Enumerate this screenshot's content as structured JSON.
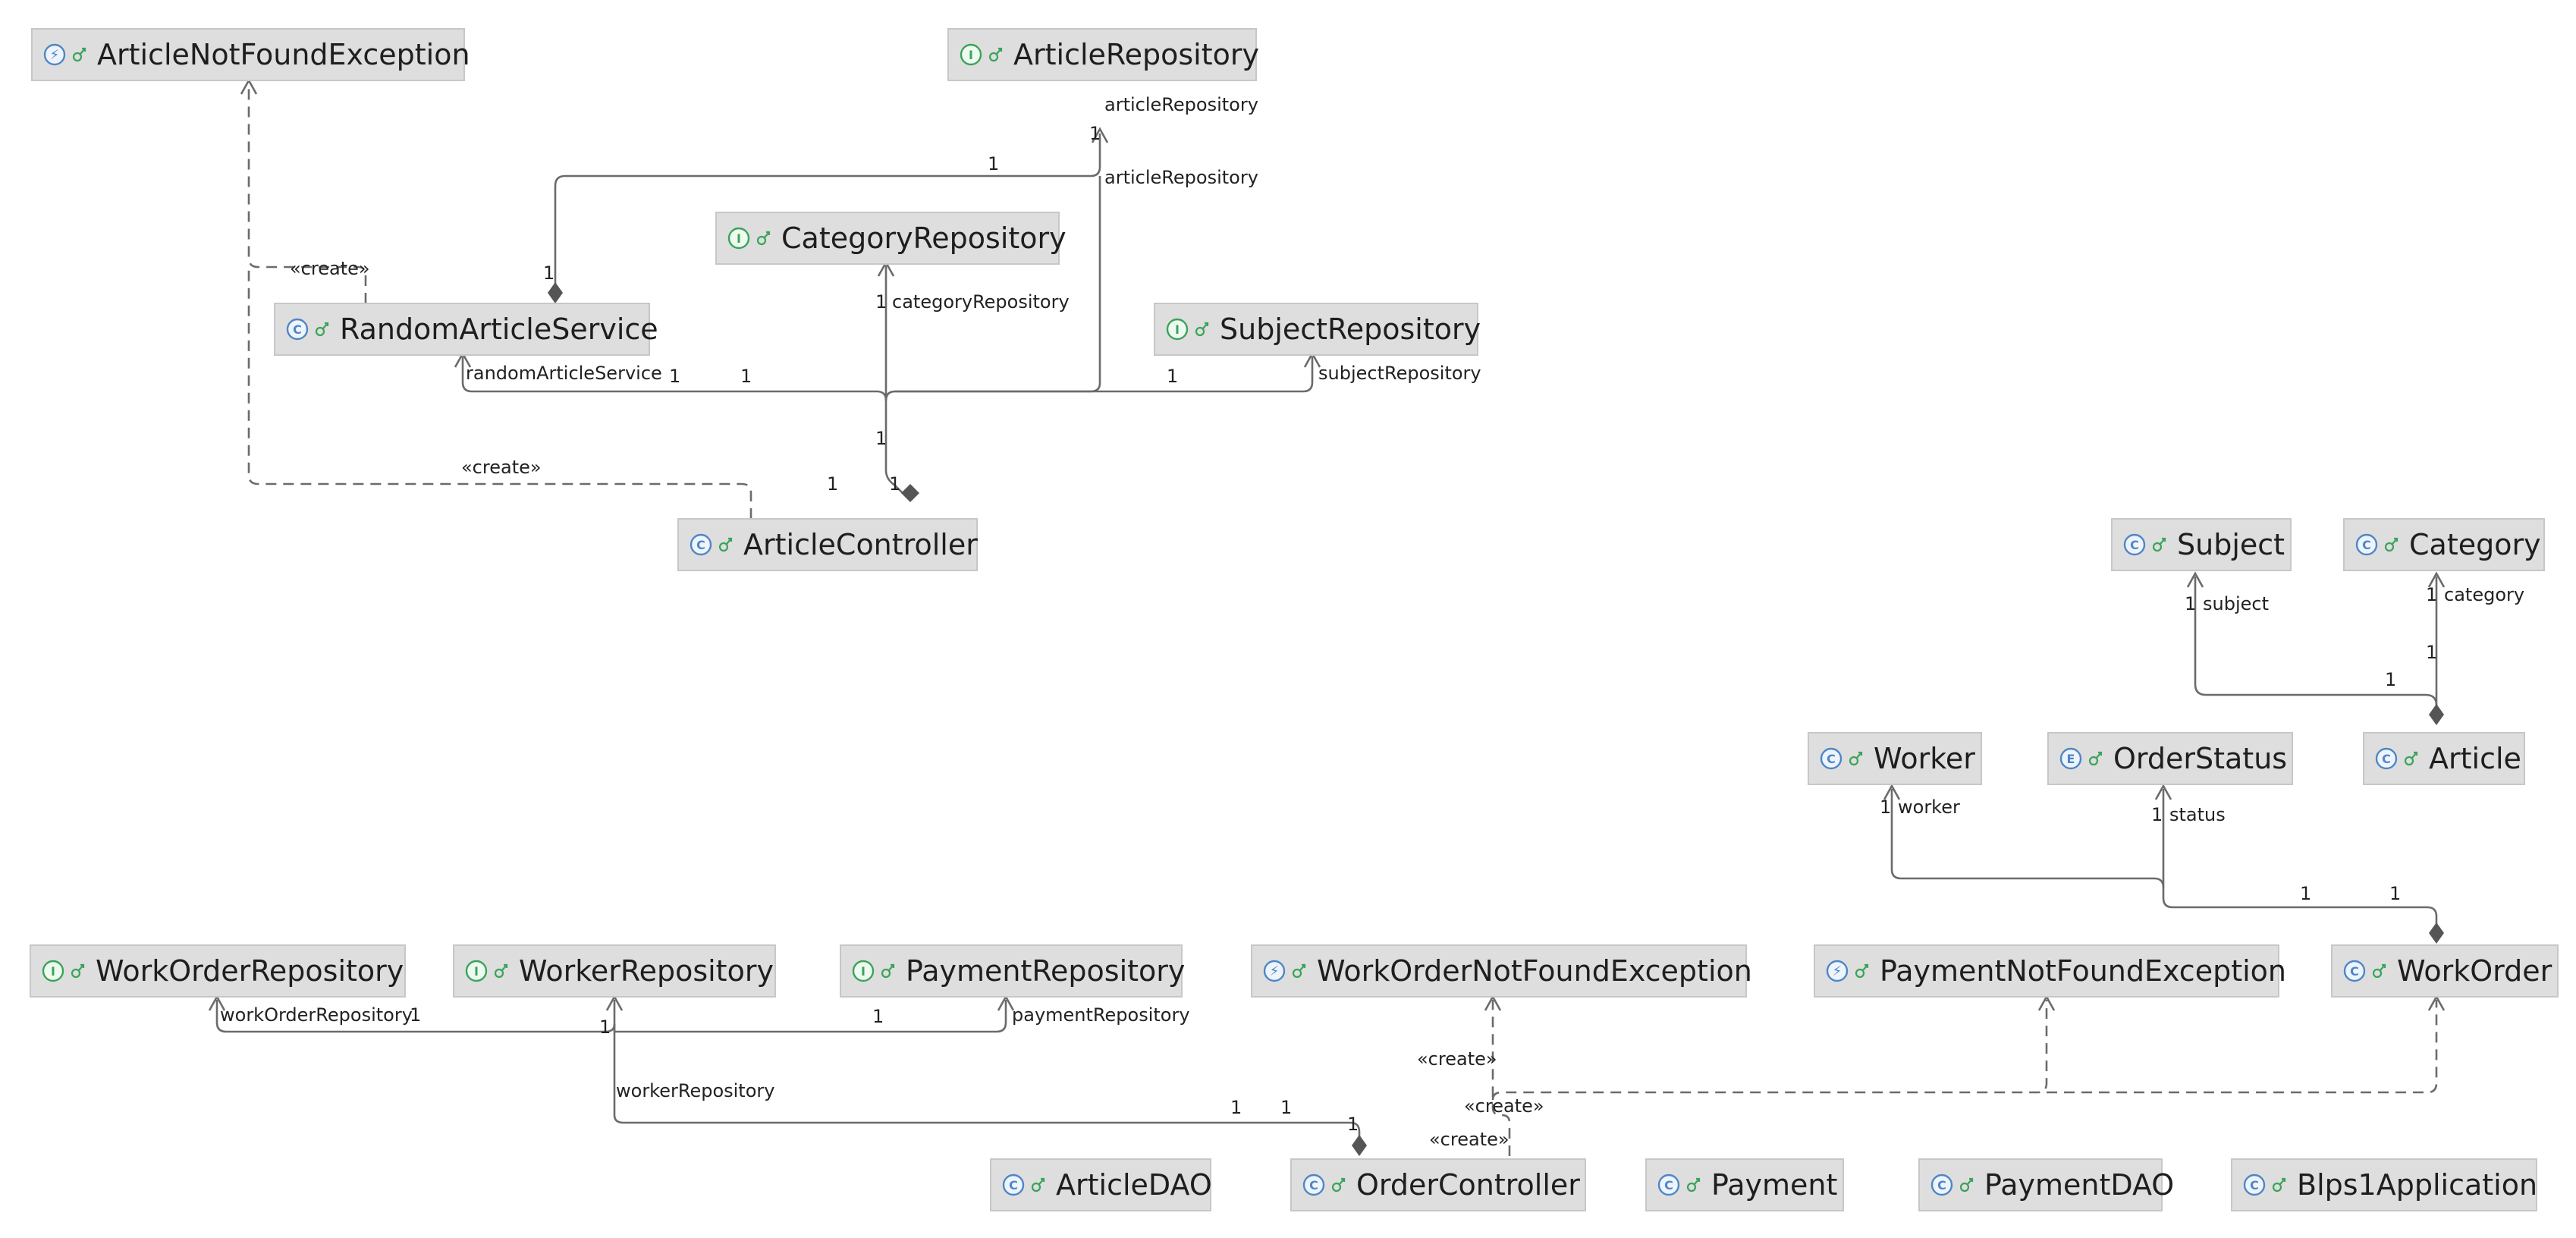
{
  "nodes": [
    {
      "id": "ArticleNotFoundException",
      "label": "ArticleNotFoundException",
      "kind": "exception"
    },
    {
      "id": "ArticleRepository",
      "label": "ArticleRepository",
      "kind": "interface"
    },
    {
      "id": "CategoryRepository",
      "label": "CategoryRepository",
      "kind": "interface"
    },
    {
      "id": "RandomArticleService",
      "label": "RandomArticleService",
      "kind": "class"
    },
    {
      "id": "SubjectRepository",
      "label": "SubjectRepository",
      "kind": "interface"
    },
    {
      "id": "ArticleController",
      "label": "ArticleController",
      "kind": "class"
    },
    {
      "id": "Subject",
      "label": "Subject",
      "kind": "class"
    },
    {
      "id": "Category",
      "label": "Category",
      "kind": "class"
    },
    {
      "id": "Worker",
      "label": "Worker",
      "kind": "class"
    },
    {
      "id": "OrderStatus",
      "label": "OrderStatus",
      "kind": "enum"
    },
    {
      "id": "Article",
      "label": "Article",
      "kind": "class"
    },
    {
      "id": "WorkOrderRepository",
      "label": "WorkOrderRepository",
      "kind": "interface"
    },
    {
      "id": "WorkerRepository",
      "label": "WorkerRepository",
      "kind": "interface"
    },
    {
      "id": "PaymentRepository",
      "label": "PaymentRepository",
      "kind": "interface"
    },
    {
      "id": "WorkOrderNotFoundException",
      "label": "WorkOrderNotFoundException",
      "kind": "exception"
    },
    {
      "id": "PaymentNotFoundException",
      "label": "PaymentNotFoundException",
      "kind": "exception"
    },
    {
      "id": "WorkOrder",
      "label": "WorkOrder",
      "kind": "class"
    },
    {
      "id": "ArticleDAO",
      "label": "ArticleDAO",
      "kind": "class"
    },
    {
      "id": "OrderController",
      "label": "OrderController",
      "kind": "class"
    },
    {
      "id": "Payment",
      "label": "Payment",
      "kind": "class"
    },
    {
      "id": "PaymentDAO",
      "label": "PaymentDAO",
      "kind": "class"
    },
    {
      "id": "Blps1Application",
      "label": "Blps1Application",
      "kind": "application"
    }
  ],
  "kind_letters": {
    "class": "C",
    "interface": "I",
    "enum": "E",
    "exception": "⚡",
    "application": "C"
  },
  "edge_labels": {
    "articleRepository": "articleRepository",
    "categoryRepository": "categoryRepository",
    "subjectRepository": "subjectRepository",
    "randomArticleService": "randomArticleService",
    "subject": "subject",
    "category": "category",
    "worker": "worker",
    "status": "status",
    "workOrderRepository": "workOrderRepository",
    "paymentRepository": "paymentRepository",
    "workerRepository": "workerRepository",
    "create": "«create»",
    "one": "1"
  }
}
